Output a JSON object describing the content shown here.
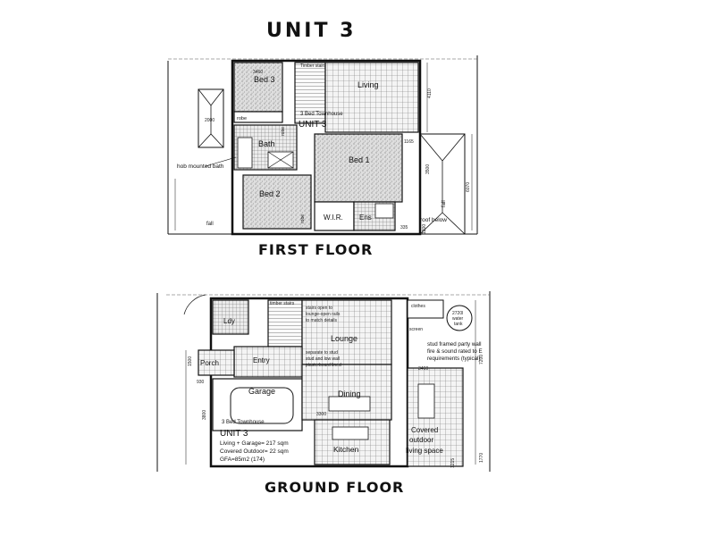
{
  "title": "UNIT 3",
  "first_floor": {
    "label": "FIRST FLOOR",
    "rooms": {
      "bed3": "Bed 3",
      "living": "Living",
      "bath": "Bath",
      "bed1": "Bed 1",
      "bed2": "Bed 2",
      "wir": "W.I.R.",
      "ens": "Ens",
      "robe": "robe",
      "robe2": "robe",
      "robe3": "robe"
    },
    "unit_tag": "3 Bed Townhouse",
    "unit_name": "UNIT 3",
    "timber_stairs": "Timber stairs",
    "hob_note": "hob mounted bath",
    "roof_below": "roof below",
    "fall": "fall",
    "fall2": "fall",
    "dims": {
      "d3460": "3460",
      "d4110": "4110",
      "d2000": "2000",
      "d1165": "1165",
      "d3500": "3500",
      "d6070": "6070",
      "d335": "335",
      "d1200": "1200"
    }
  },
  "ground_floor": {
    "label": "GROUND FLOOR",
    "rooms": {
      "ldy": "Ldy",
      "lounge": "Lounge",
      "porch": "Porch",
      "entry": "Entry",
      "garage": "Garage",
      "dining": "Dining",
      "kitchen": "Kitchen",
      "covered": "Covered",
      "outdoor": "outdoor",
      "living_space": "living space"
    },
    "stairs_note": [
      "stairs open to",
      "lounge-open rails",
      "to match details"
    ],
    "low_wall_note": [
      "separate to stud",
      "stud and low wall",
      "plasterboard lined"
    ],
    "party_wall_note": [
      "stud framed party wall",
      "fire & sound rated to E",
      "requirements (typical)"
    ],
    "tank_note": [
      "2720l",
      "water",
      "tank"
    ],
    "timber_stairs": "timber stairs",
    "screen": "screen",
    "clothes": "clothes",
    "unit_tag": "3 Bed Townhouse",
    "unit_name": "UNIT 3",
    "living_garage": "Living + Garage= 217 sqm",
    "covered_outdoor": "Covered Outdoor= 22 sqm",
    "gfa": "GFA=85m2 (174)",
    "dims": {
      "d3460": "3460",
      "d7200": "7200",
      "d1500": "1500",
      "d3300": "3300",
      "d930": "930",
      "d1770": "1770",
      "d1215": "1215",
      "d3800": "3800"
    }
  }
}
